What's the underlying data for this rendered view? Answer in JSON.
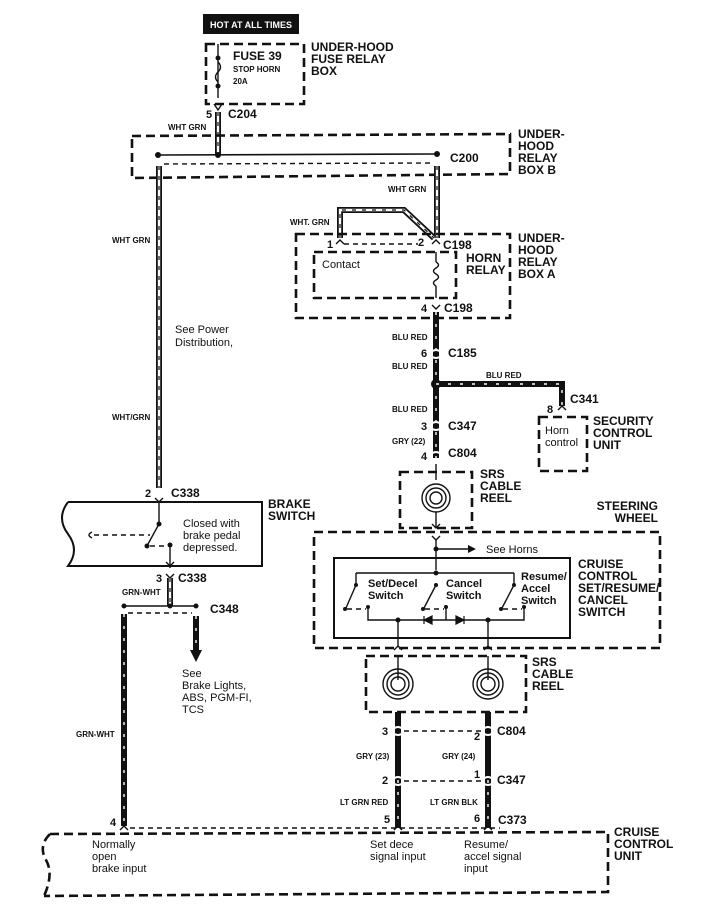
{
  "header": {
    "label": "HOT AT ALL TIMES"
  },
  "fuse_box": {
    "title_lines": [
      "UNDER-HOOD",
      "FUSE RELAY",
      "BOX"
    ],
    "fuse_name": "FUSE 39",
    "fuse_desc": "STOP HORN",
    "fuse_rating": "20A"
  },
  "relay_box_b": {
    "title_lines": [
      "UNDER-",
      "HOOD",
      "RELAY",
      "BOX B"
    ]
  },
  "relay_box_a": {
    "title_lines": [
      "UNDER-",
      "HOOD",
      "RELAY",
      "BOX A"
    ]
  },
  "horn_relay": {
    "title_lines": [
      "HORN",
      "RELAY"
    ],
    "contact_label": "Contact"
  },
  "security_unit": {
    "title_lines": [
      "SECURITY",
      "CONTROL",
      "UNIT"
    ],
    "inner_lines": [
      "Horn",
      "control"
    ]
  },
  "srs_reel_upper": {
    "title_lines": [
      "SRS",
      "CABLE",
      "REEL"
    ]
  },
  "srs_reel_lower": {
    "title_lines": [
      "SRS",
      "CABLE",
      "REEL"
    ]
  },
  "steering_wheel": {
    "title_lines": [
      "STEERING",
      "WHEEL"
    ],
    "see_horns": "See Horns"
  },
  "cruise_switch": {
    "title_lines": [
      "CRUISE",
      "CONTROL",
      "SET/RESUME/",
      "CANCEL",
      "SWITCH"
    ],
    "switches": [
      {
        "lines": [
          "Set/Decel",
          "Switch"
        ]
      },
      {
        "lines": [
          "Cancel",
          "Switch"
        ]
      },
      {
        "lines": [
          "Resume/",
          "Accel",
          "Switch"
        ]
      }
    ]
  },
  "brake_switch": {
    "title_lines": [
      "BRAKE",
      "SWITCH"
    ],
    "note_lines": [
      "Closed with",
      "brake pedal",
      "depressed."
    ]
  },
  "power_note": {
    "lines": [
      "See Power",
      "Distribution,"
    ]
  },
  "brake_lights_note": {
    "lines": [
      "See",
      "Brake Lights,",
      "ABS, PGM-FI,",
      "TCS"
    ]
  },
  "cruise_unit": {
    "title_lines": [
      "CRUISE",
      "CONTROL",
      "UNIT"
    ],
    "inputs": [
      {
        "lines": [
          "Normally",
          "open",
          "brake input"
        ]
      },
      {
        "lines": [
          "Set dece",
          "signal input"
        ]
      },
      {
        "lines": [
          "Resume/",
          "accel signal",
          "input"
        ]
      }
    ]
  },
  "connectors": {
    "c204": "C204",
    "c200": "C200",
    "c198_top": "C198",
    "c198_bottom": "C198",
    "c185": "C185",
    "c341": "C341",
    "c347_top": "C347",
    "c804_top": "C804",
    "c338_top": "C338",
    "c338_bottom": "C338",
    "c348": "C348",
    "c804_bottom": "C804",
    "c347_bottom": "C347",
    "c373": "C373"
  },
  "pins": {
    "c204": "5",
    "c198_1": "1",
    "c198_2": "2",
    "c198_4": "4",
    "c185": "6",
    "c341": "8",
    "c347_top": "3",
    "c804_top": "4",
    "c338_top": "2",
    "c338_bottom": "3",
    "c804_left": "3",
    "c804_right": "2",
    "c347_left": "2",
    "c347_right": "1",
    "c373_left": "5",
    "c373_right": "6",
    "cruise_brake": "4"
  },
  "wires": {
    "wht_grn_top": "WHT GRN",
    "wht_grn_left1": "WHT GRN",
    "wht_grn_left2": "WHT/GRN",
    "wht_grn_relay": "WHT GRN",
    "wht_grn_loop": "WHT. GRN",
    "blu_red_1": "BLU RED",
    "blu_red_2": "BLU RED",
    "blu_red_3": "BLU RED",
    "blu_red_branch": "BLU RED",
    "gry_22": "GRY (22)",
    "grn_wht_1": "GRN-WHT",
    "grn_wht_2": "GRN-WHT",
    "gry_23": "GRY (23)",
    "gry_24": "GRY (24)",
    "lt_grn_red": "LT GRN RED",
    "lt_grn_blk": "LT GRN BLK"
  }
}
